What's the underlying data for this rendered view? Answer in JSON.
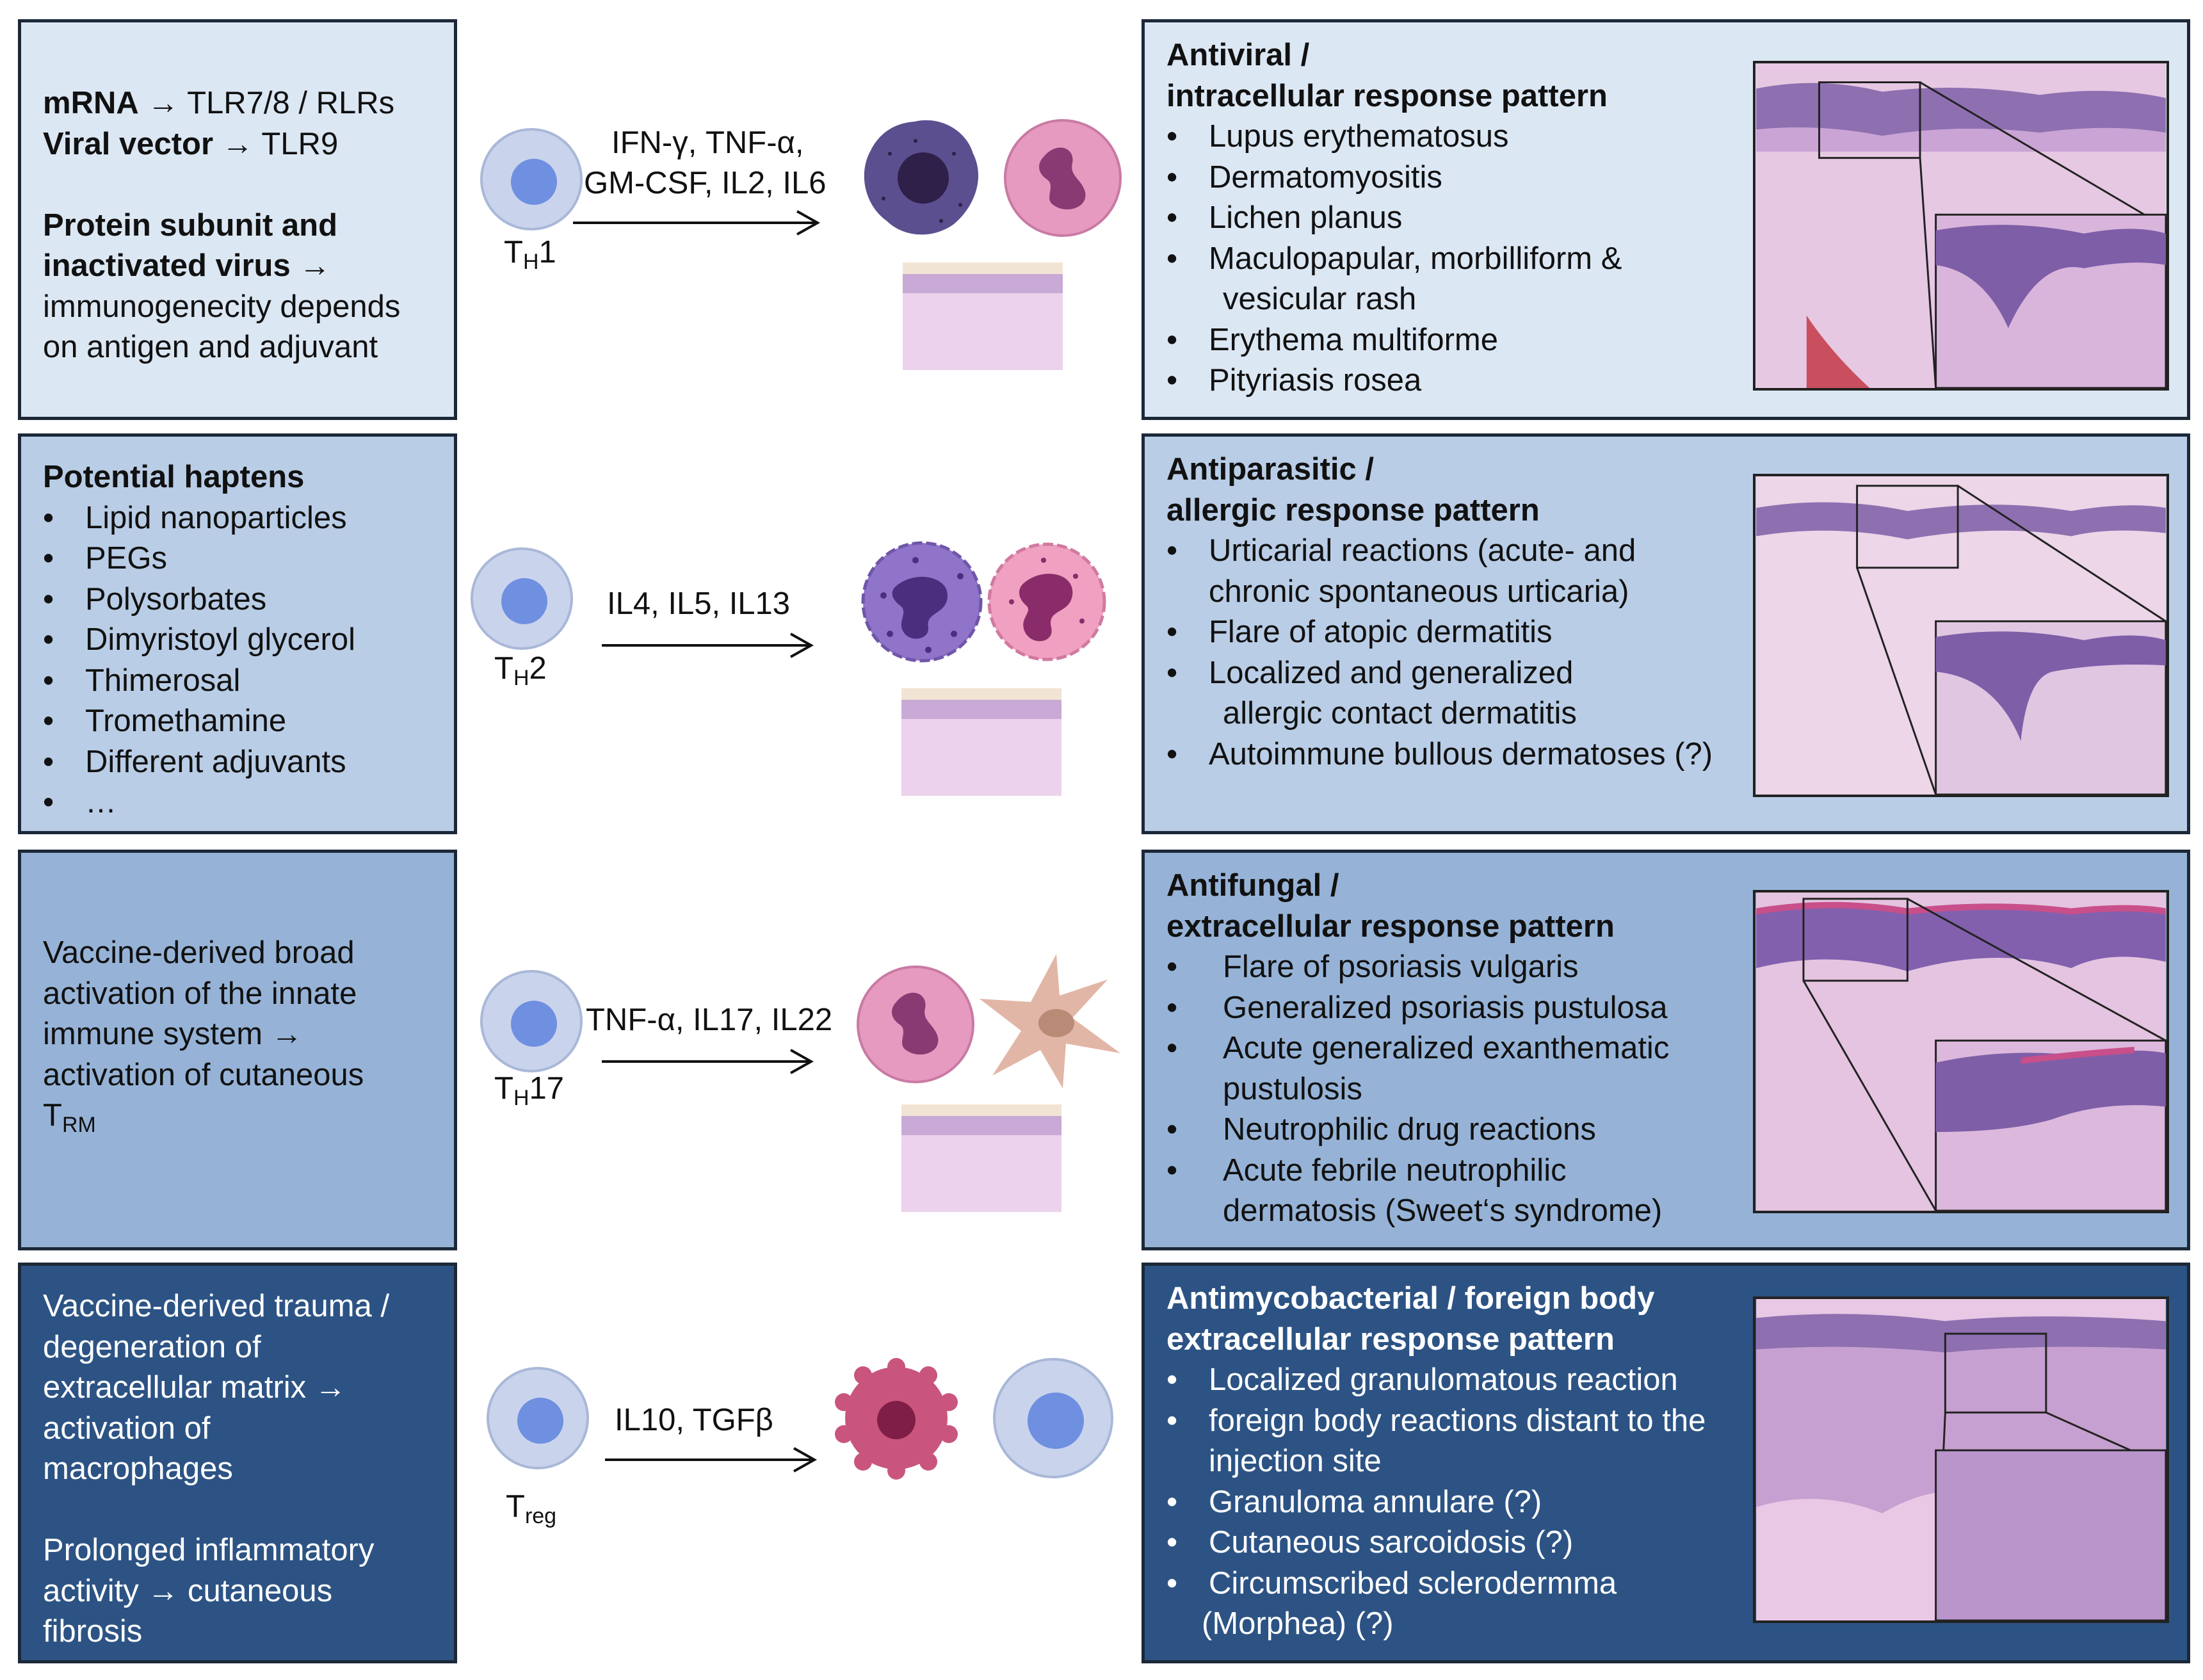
{
  "rows": [
    {
      "left": {
        "lines": [
          {
            "bold": "mRNA",
            "rest": " → TLR7/8 / RLRs"
          },
          {
            "bold": "Viral vector",
            "rest": " → TLR9"
          },
          {
            "bold": "",
            "rest": ""
          },
          {
            "bold": "Protein subunit and",
            "rest": ""
          },
          {
            "bold": "inactivated virus",
            "rest": " →"
          },
          {
            "bold": "",
            "rest": "immunogenecity depends"
          },
          {
            "bold": "",
            "rest": "on antigen and adjuvant"
          }
        ]
      },
      "tcell": {
        "main": "T",
        "sub": "H",
        "suffix": "1"
      },
      "cytokines": [
        "IFN-γ, TNF-α,",
        "GM-CSF, IL2, IL6"
      ],
      "pattern": {
        "title": [
          "Antiviral /",
          "intracellular response pattern"
        ],
        "items": [
          "Lupus erythematosus",
          "Dermatomyositis",
          "Lichen planus",
          "Maculopapular, morbilliform &",
          "vesicular rash",
          "Erythema multiforme",
          "Pityriasis rosea"
        ]
      }
    },
    {
      "left": {
        "title": "Potential haptens",
        "items": [
          "Lipid nanoparticles",
          "PEGs",
          "Polysorbates",
          "Dimyristoyl glycerol",
          "Thimerosal",
          "Tromethamine",
          "Different adjuvants",
          "…"
        ]
      },
      "tcell": {
        "main": "T",
        "sub": "H",
        "suffix": "2"
      },
      "cytokines": [
        "IL4, IL5, IL13"
      ],
      "pattern": {
        "title": [
          "Antiparasitic /",
          "allergic response pattern"
        ],
        "items": [
          "Urticarial reactions (acute- and",
          "chronic spontaneous urticaria)",
          "Flare of atopic dermatitis",
          "Localized and generalized",
          "allergic contact dermatitis",
          "Autoimmune bullous dermatoses (?)"
        ]
      }
    },
    {
      "left": {
        "lines": [
          "Vaccine-derived broad",
          "activation of the innate",
          "immune system →",
          "activation of cutaneous"
        ],
        "trm": {
          "main": "T",
          "sub": "RM"
        }
      },
      "tcell": {
        "main": "T",
        "sub": "H",
        "suffix": "17"
      },
      "cytokines": [
        "TNF-α, IL17, IL22"
      ],
      "pattern": {
        "title": [
          "Antifungal /",
          "extracellular response pattern"
        ],
        "items": [
          "Flare of psoriasis vulgaris",
          "Generalized psoriasis pustulosa",
          "Acute generalized exanthematic",
          "pustulosis",
          "Neutrophilic drug reactions",
          "Acute febrile neutrophilic",
          "dermatosis (Sweet‘s syndrome)"
        ]
      }
    },
    {
      "left": {
        "lines": [
          "Vaccine-derived trauma /",
          "degeneration of",
          "extracellular matrix →",
          "activation of",
          "macrophages",
          "",
          "Prolonged inflammatory",
          "activity → cutaneous",
          "fibrosis"
        ]
      },
      "tcell": {
        "main": "T",
        "sub": "reg",
        "suffix": ""
      },
      "cytokines": [
        "IL10, TGFβ"
      ],
      "pattern": {
        "title": [
          "Antimycobacterial / foreign body",
          "extracellular response pattern"
        ],
        "items": [
          "Localized granulomatous reaction",
          "foreign body reactions distant to the",
          "injection site",
          "Granuloma annulare (?)",
          "Cutaneous sarcoidosis (?)",
          "Circumscribed sclerodermma",
          "(Morphea) (?)"
        ]
      }
    }
  ],
  "colors": {
    "row1": "#dce7f4",
    "row2": "#b9cde6",
    "row3": "#96b3d7",
    "row4": "#2c5384",
    "tcell_outer": "#c9d4ec",
    "tcell_inner": "#6f8fe0",
    "macrophage": "#5b4f8f",
    "neutrophil": "#e79ac0",
    "eosinophil": "#f0a0c0",
    "basophil": "#8f74c9",
    "dendritic": "#e2b6a6",
    "histo_pink": "#e9c8e6"
  },
  "icons": [
    "t-cell-icon",
    "macrophage-icon",
    "neutrophil-icon",
    "basophil-icon",
    "eosinophil-icon",
    "keratinocyte-icon",
    "dendritic-cell-icon",
    "skin-layer-icon",
    "histology-image"
  ]
}
